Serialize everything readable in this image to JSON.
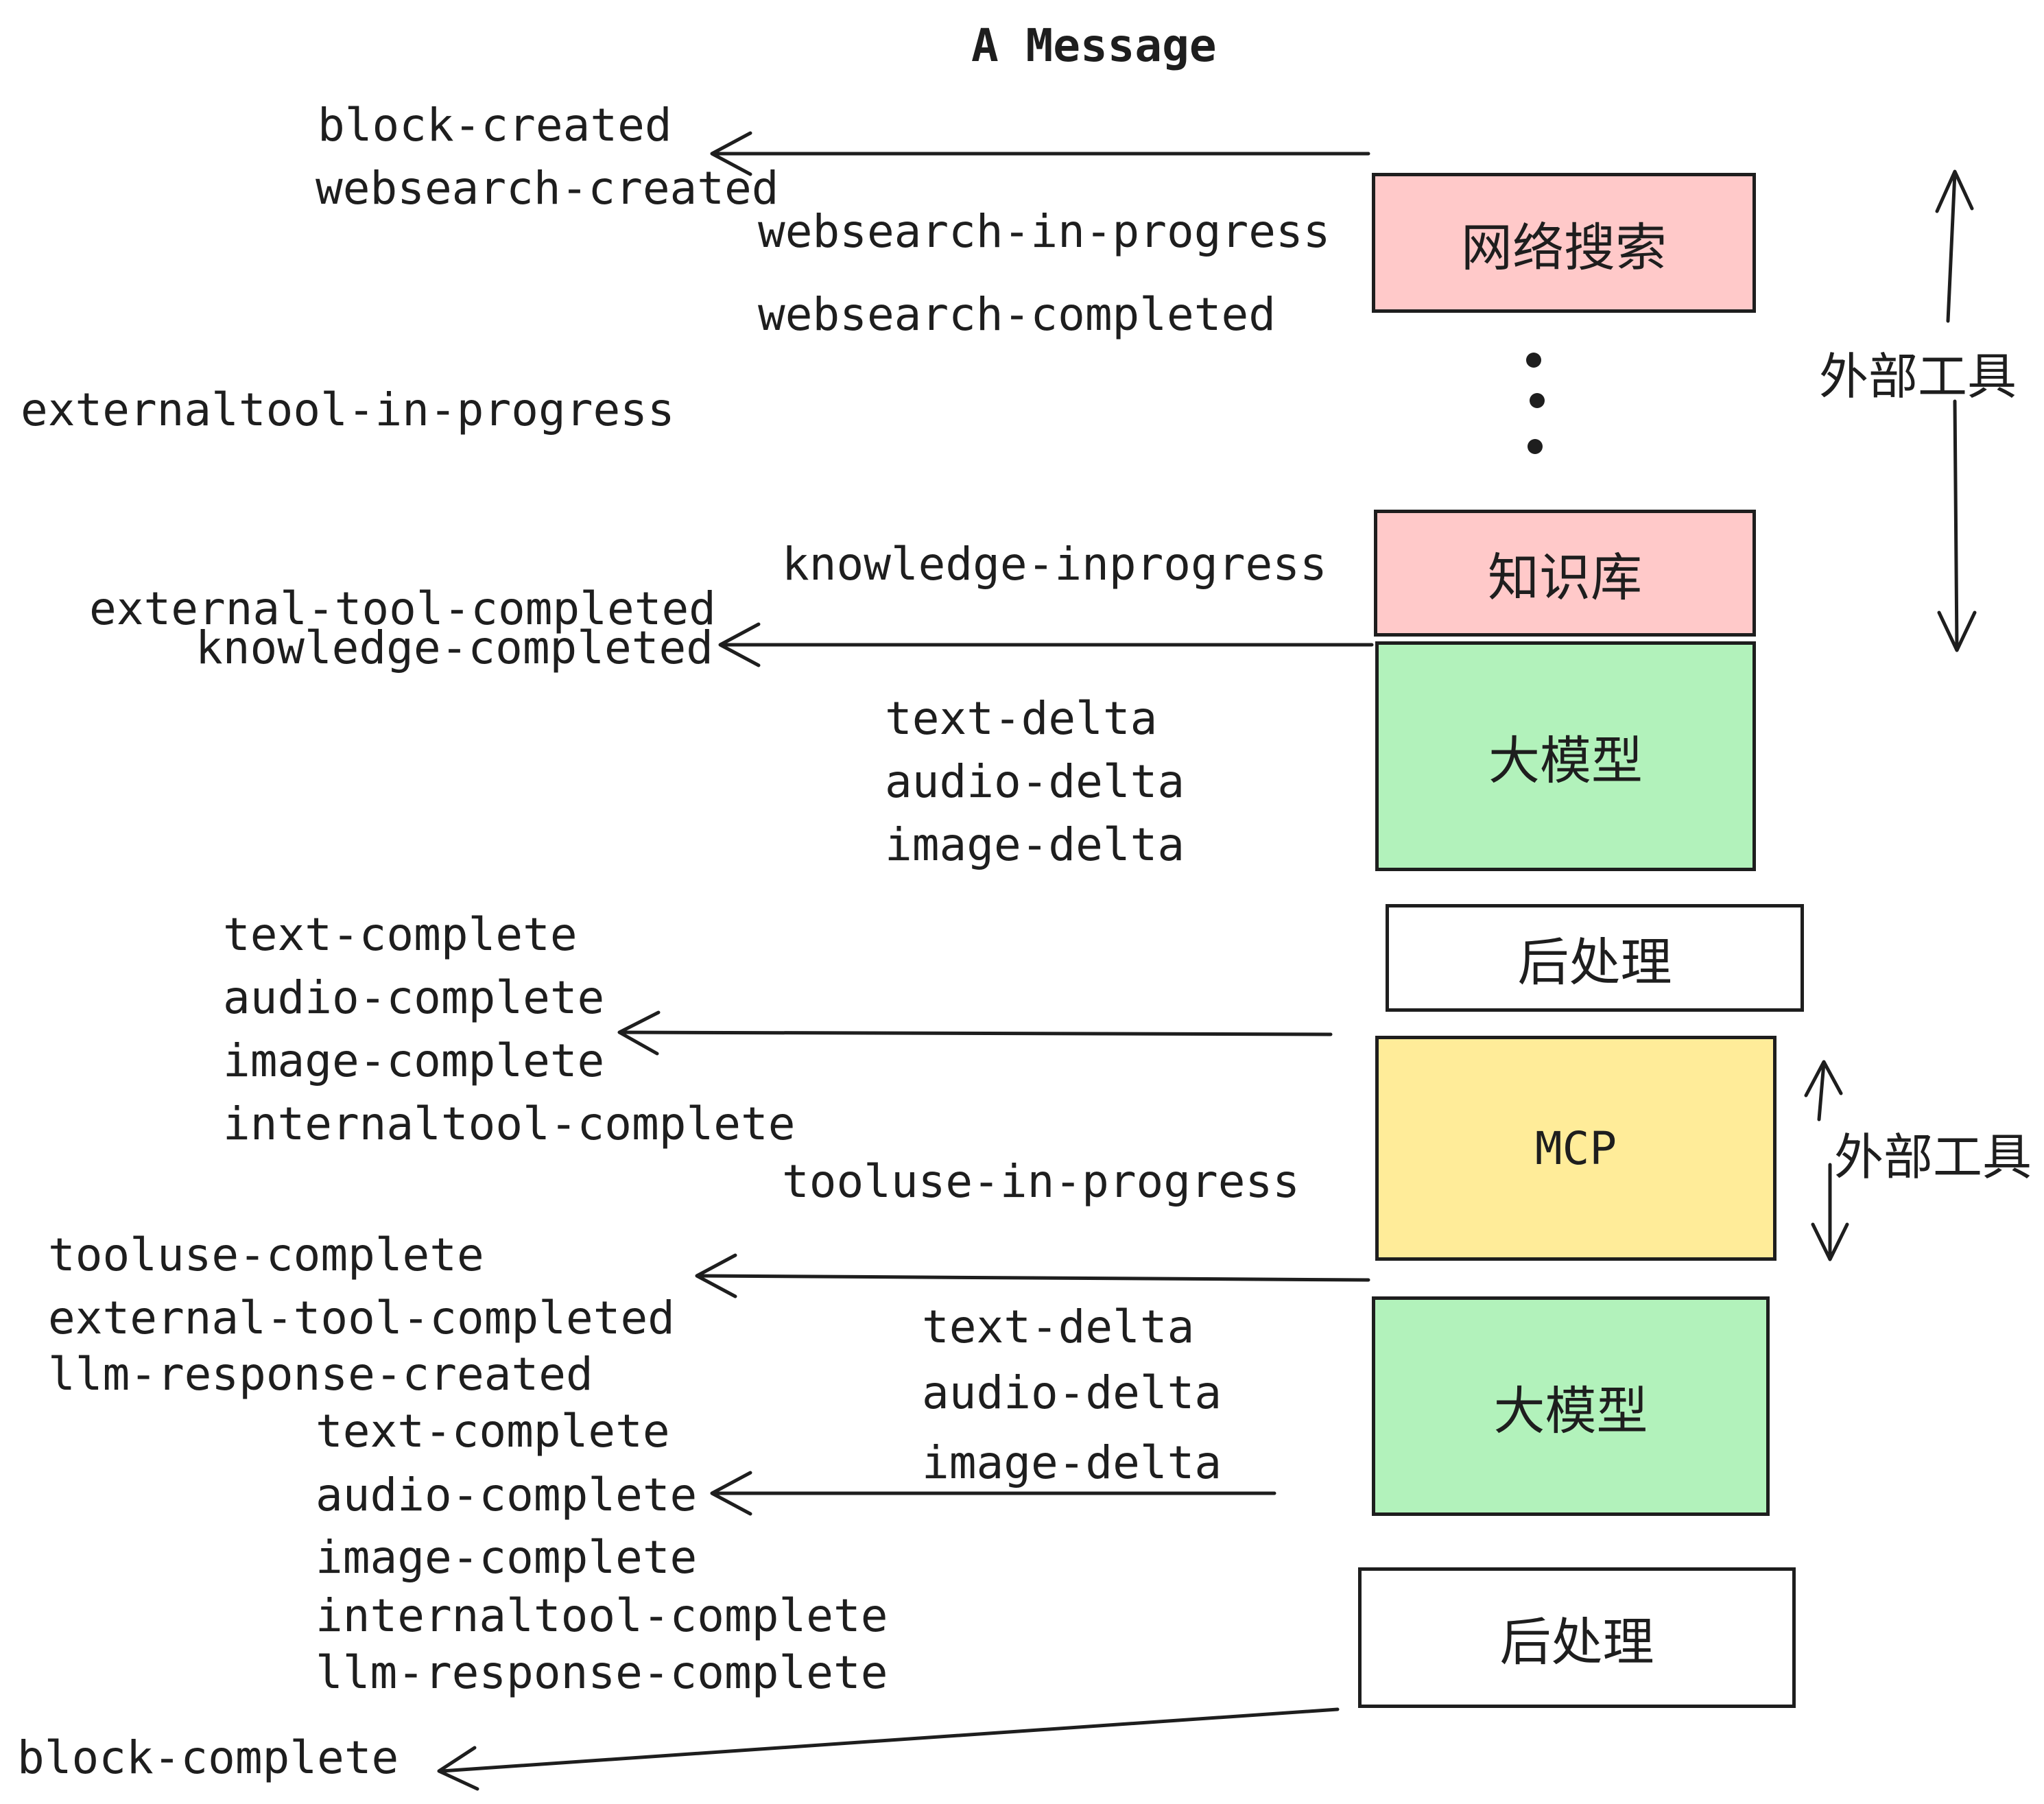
{
  "title": "A Message",
  "events": {
    "block_created": "block-created",
    "websearch_created": "websearch-created",
    "websearch_in_progress": "websearch-in-progress",
    "websearch_completed": "websearch-completed",
    "externaltool_in_progress": "externaltool-in-progress",
    "knowledge_inprogress": "knowledge-inprogress",
    "external_tool_completed": "external-tool-completed",
    "knowledge_completed": "knowledge-completed",
    "text_delta": "text-delta",
    "audio_delta": "audio-delta",
    "image_delta": "image-delta",
    "text_complete": "text-complete",
    "audio_complete": "audio-complete",
    "image_complete": "image-complete",
    "internaltool_complete": "internaltool-complete",
    "tooluse_in_progress": "tooluse-in-progress",
    "tooluse_complete": "tooluse-complete",
    "llm_response_created": "llm-response-created",
    "llm_response_complete": "llm-response-complete",
    "block_complete": "block-complete"
  },
  "boxes": [
    {
      "id": "websearch",
      "label": "网络搜索",
      "fill": "#ffc9c9"
    },
    {
      "id": "knowledge",
      "label": "知识库",
      "fill": "#ffc9c9"
    },
    {
      "id": "llm-1",
      "label": "大模型",
      "fill": "#b2f2bb"
    },
    {
      "id": "post-1",
      "label": "后处理",
      "fill": "#ffffff"
    },
    {
      "id": "mcp",
      "label": "MCP",
      "fill": "#ffec99"
    },
    {
      "id": "llm-2",
      "label": "大模型",
      "fill": "#b2f2bb"
    },
    {
      "id": "post-2",
      "label": "后处理",
      "fill": "#ffffff"
    }
  ],
  "annotations": {
    "external_tools_top": "外部工具",
    "external_tools_mid": "外部工具"
  },
  "icons": {
    "ellipsis": "vertical-ellipsis"
  },
  "colors": {
    "stroke": "#1e1e1e",
    "pink": "#ffc9c9",
    "green": "#b2f2bb",
    "yellow": "#ffec99",
    "white": "#ffffff"
  }
}
